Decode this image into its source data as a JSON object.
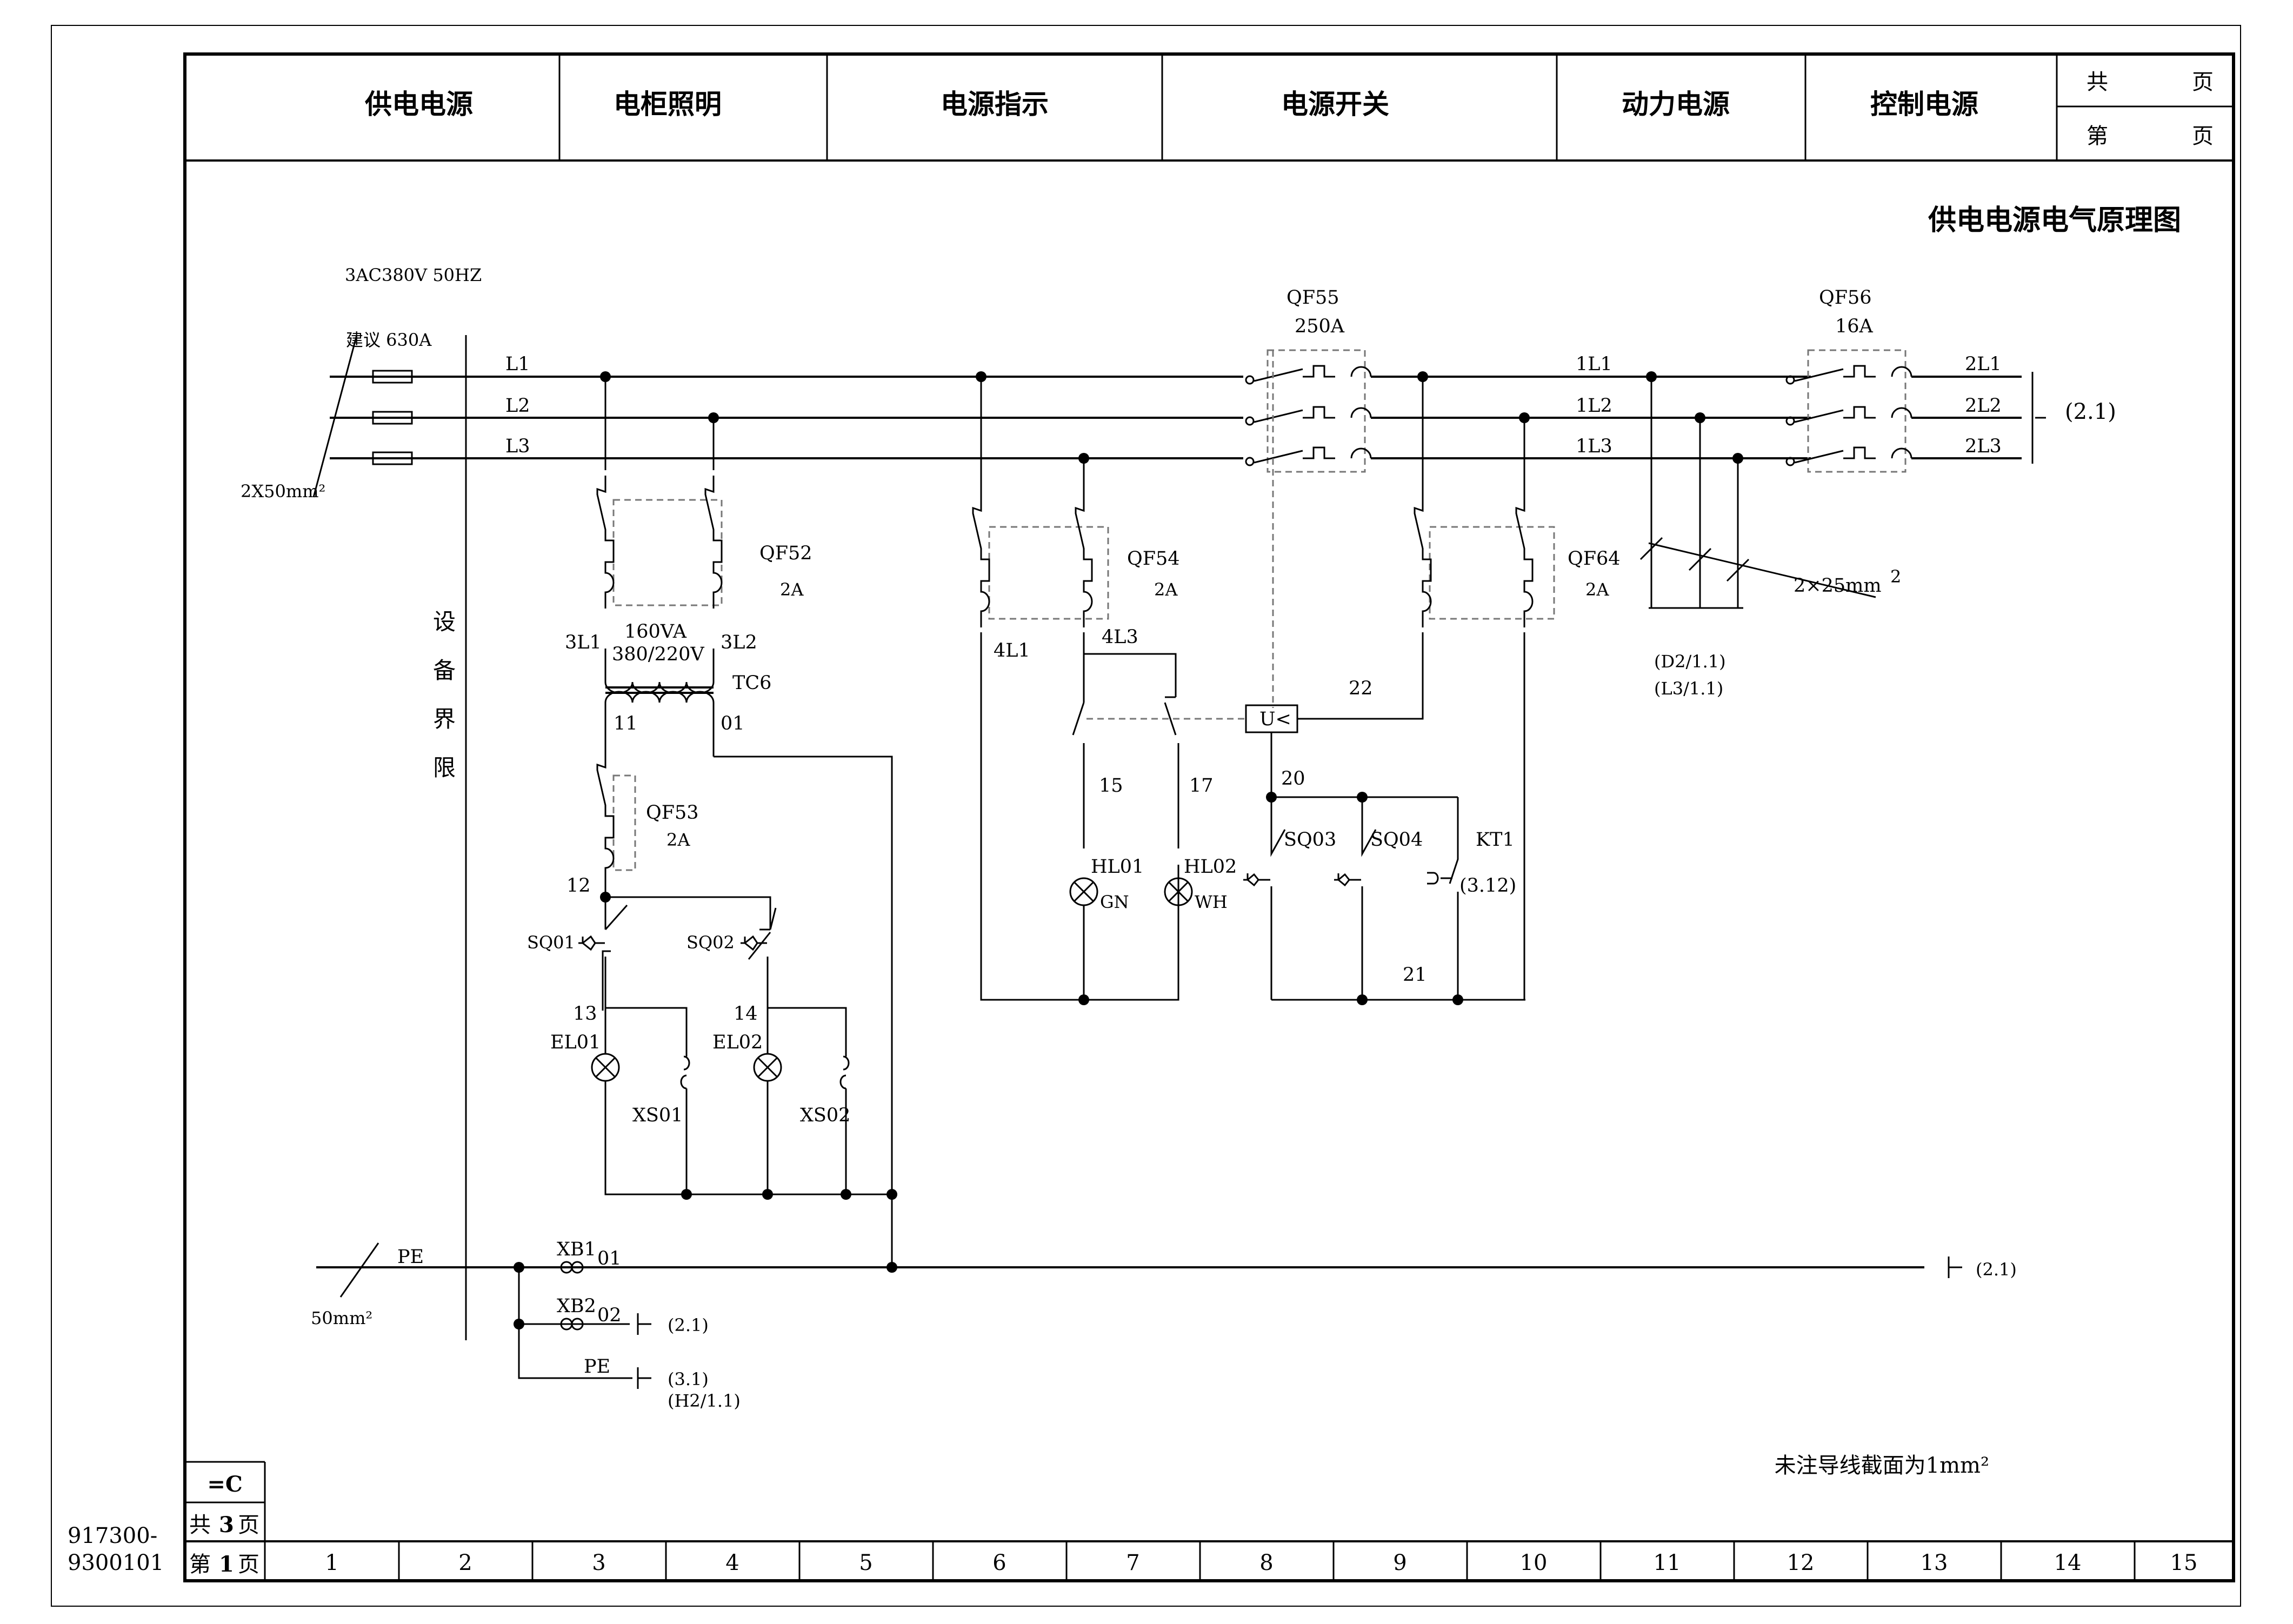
{
  "header": {
    "sections": [
      "供电电源",
      "电柜照明",
      "电源指示",
      "电源开关",
      "动力电源",
      "控制电源"
    ],
    "total_label": "共",
    "page_label": "第",
    "page_unit": "页"
  },
  "title": "供电电源电气原理图",
  "supply": {
    "spec": "3AC380V 50HZ",
    "fuse": "建议 630A",
    "cable": "2X50mm²",
    "pe_cable": "50mm²"
  },
  "lines": [
    "L1",
    "L2",
    "L3"
  ],
  "out_lines_1": [
    "1L1",
    "1L2",
    "1L3"
  ],
  "out_lines_2": [
    "2L1",
    "2L2",
    "2L3"
  ],
  "boundary_label": [
    "设",
    "备",
    "界",
    "限"
  ],
  "breakers": {
    "qf55": {
      "name": "QF55",
      "rating": "250A"
    },
    "qf56": {
      "name": "QF56",
      "rating": "16A"
    },
    "qf52": {
      "name": "QF52",
      "rating": "2A"
    },
    "qf53": {
      "name": "QF53",
      "rating": "2A"
    },
    "qf54": {
      "name": "QF54",
      "rating": "2A"
    },
    "qf64": {
      "name": "QF64",
      "rating": "2A"
    }
  },
  "transformer": {
    "name": "TC6",
    "power": "160VA",
    "voltage": "380/220V"
  },
  "wires": {
    "w3L1": "3L1",
    "w3L2": "3L2",
    "w11": "11",
    "w01": "01",
    "w12": "12",
    "w13": "13",
    "w14": "14",
    "w4L1": "4L1",
    "w4L3": "4L3",
    "w15": "15",
    "w17": "17",
    "w20": "20",
    "w21": "21",
    "w22": "22"
  },
  "devices": {
    "sq01": "SQ01",
    "sq02": "SQ02",
    "el01": "EL01",
    "el02": "EL02",
    "xs01": "XS01",
    "xs02": "XS02",
    "hl01": "HL01",
    "hl01_color": "GN",
    "hl02": "HL02",
    "hl02_color": "WH",
    "sq03": "SQ03",
    "sq04": "SQ04",
    "kt1": "KT1",
    "kt1_ref": "(3.12)",
    "uv": "U<"
  },
  "cross_refs": {
    "out": "(2.1)",
    "cable_out": "2×25mm",
    "cable_out_sup": "2",
    "ref_d2": "(D2/1.1)",
    "ref_l3": "(L3/1.1)",
    "pe_out": "(2.1)",
    "xb2_ref": "(2.1)",
    "pe_ref_1": "(3.1)",
    "pe_ref_2": "(H2/1.1)"
  },
  "pe": {
    "pe_label": "PE",
    "xb1": "XB1",
    "xb1_no": "01",
    "xb2": "XB2",
    "xb2_no": "02",
    "pe2": "PE"
  },
  "note": "未注导线截面为1mm²",
  "title_block": {
    "code": "=C",
    "total": "共",
    "total_n": "3",
    "unit": "页",
    "page": "第",
    "page_n": "1",
    "drawing_no_1": "917300-",
    "drawing_no_2": "9300101"
  },
  "columns": [
    "1",
    "2",
    "3",
    "4",
    "5",
    "6",
    "7",
    "8",
    "9",
    "10",
    "11",
    "12",
    "13",
    "14",
    "15"
  ]
}
